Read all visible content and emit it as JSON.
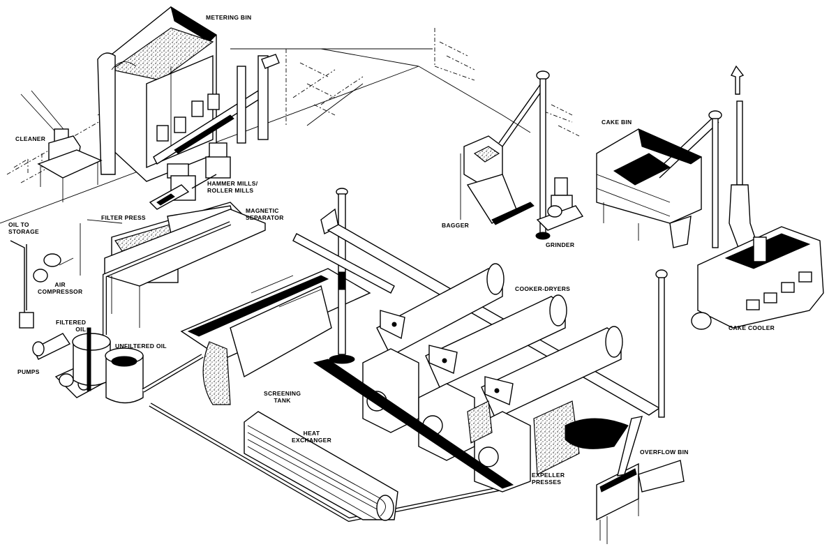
{
  "diagram": {
    "title": "Oilseed expeller processing plant (isometric cutaway)",
    "background": "#ffffff",
    "ink": "#000000",
    "labels": {
      "metering_bin": "METERING BIN",
      "cleaner": "CLEANER",
      "hammer_mills": "HAMMER MILLS/\nROLLER MILLS",
      "filter_press": "FILTER PRESS",
      "magnetic_separator": "MAGNETIC\nSEPARATOR",
      "oil_to_storage": "OIL TO\nSTORAGE",
      "air_compressor": "AIR\nCOMPRESSOR",
      "filtered_oil": "FILTERED\nOIL",
      "unfiltered_oil": "UNFILTERED OIL",
      "pumps": "PUMPS",
      "screening_tank": "SCREENING\nTANK",
      "heat_exchanger": "HEAT\nEXCHANGER",
      "cooker_dryers": "COOKER-DRYERS",
      "expeller_presses": "EXPELLER\nPRESSES",
      "overflow_bin": "OVERFLOW BIN",
      "bagger": "BAGGER",
      "grinder": "GRINDER",
      "cake_bin": "CAKE BIN",
      "cake_cooler": "CAKE COOLER"
    }
  }
}
